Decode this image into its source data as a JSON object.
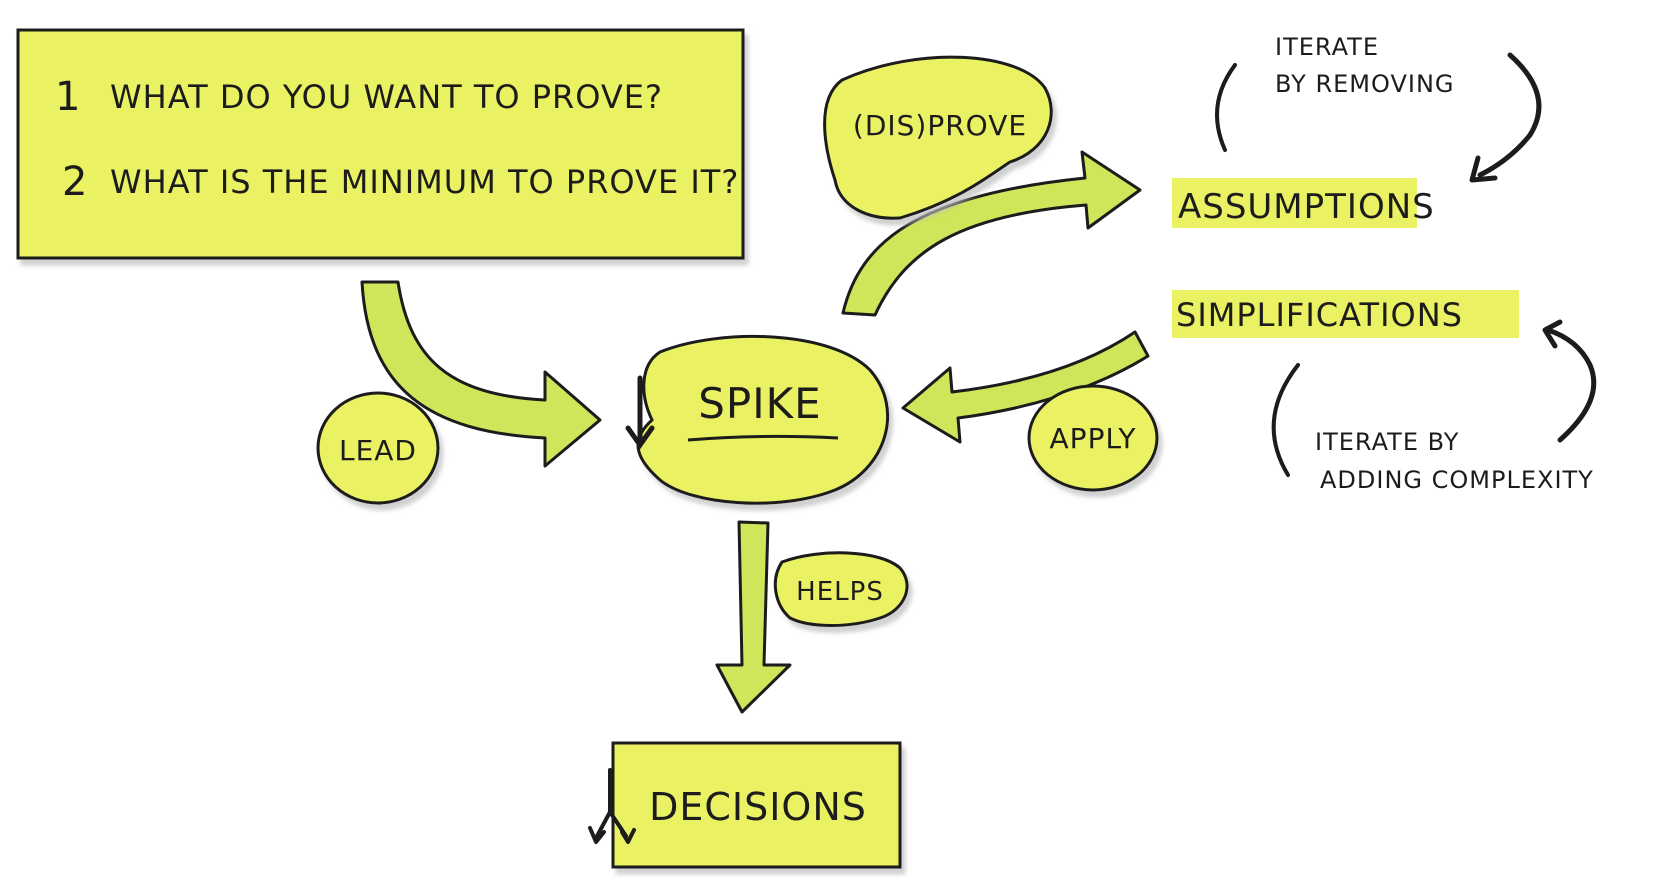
{
  "colors": {
    "highlight": "#e9f060",
    "highlight_light": "#eef47a",
    "arrow_fill": "#cfe65a",
    "ink": "#1c1c1c",
    "shadow": "#c9c9c9"
  },
  "questions": [
    {
      "number": "1",
      "text": "WHAT DO YOU WANT TO PROVE?"
    },
    {
      "number": "2",
      "text": "WHAT IS THE MINIMUM TO PROVE IT?"
    }
  ],
  "center": {
    "label": "SPIKE"
  },
  "bubbles": {
    "lead": "LEAD",
    "disprove": "(DIS)PROVE",
    "apply": "APPLY",
    "helps": "HELPS"
  },
  "nodes": {
    "assumptions": "ASSUMPTIONS",
    "simplifications": "SIMPLIFICATIONS",
    "decisions": "DECISIONS"
  },
  "loops": {
    "removing_line1": "ITERATE",
    "removing_line2": "BY REMOVING",
    "adding_line1": "ITERATE BY",
    "adding_line2": "ADDING COMPLEXITY"
  }
}
